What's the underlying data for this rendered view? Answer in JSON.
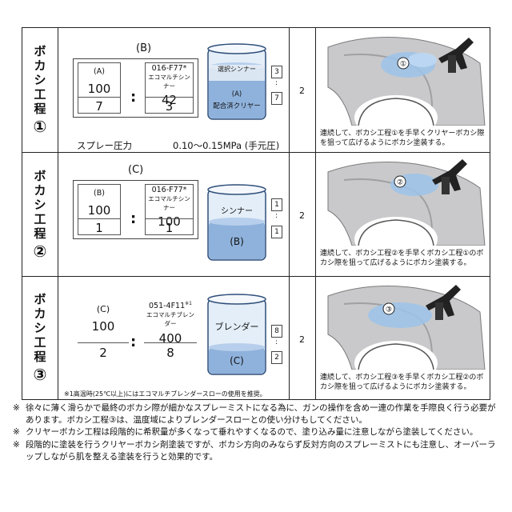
{
  "rows": [
    {
      "step_chars": [
        "ボ",
        "カ",
        "シ",
        "工",
        "程"
      ],
      "step_num": "①",
      "mix_label": "(B)",
      "left": {
        "header": "(A)",
        "value": "100",
        "ratio": "7"
      },
      "right": {
        "header_top": "016-F77*",
        "header_bottom": "エコマルチシンナー",
        "value": "42",
        "ratio": "3"
      },
      "beaker_top": "選択シンナー",
      "beaker_bottom_1": "(A)",
      "beaker_bottom_2": "配合済クリヤー",
      "ratio_top": "3",
      "ratio_bottom": "7",
      "quantity": "2",
      "pressure_label": "スプレー圧力",
      "pressure_value": "0.10～0.15MPa (手元圧)",
      "marker": "①",
      "description": "連続して、ボカシ工程①を手早くクリヤーボカシ際を狙って広げるようにボカシ塗装する。"
    },
    {
      "step_chars": [
        "ボ",
        "カ",
        "シ",
        "工",
        "程"
      ],
      "step_num": "②",
      "mix_label": "(C)",
      "left": {
        "header": "(B)",
        "value": "100",
        "ratio": "1"
      },
      "right": {
        "header_top": "016-F77*",
        "header_bottom": "エコマルチシンナー",
        "value": "100",
        "ratio": "1"
      },
      "beaker_top": "シンナー",
      "beaker_bottom_1": "(B)",
      "ratio_top": "1",
      "ratio_bottom": "1",
      "quantity": "2",
      "marker": "②",
      "description": "連続して、ボカシ工程②を手早くボカシ工程①のボカシ際を狙って広げるようにボカシ塗装する。"
    },
    {
      "step_chars": [
        "ボ",
        "カ",
        "シ",
        "工",
        "程"
      ],
      "step_num": "③",
      "left": {
        "header": "(C)",
        "value": "100",
        "ratio": "2"
      },
      "right": {
        "header_top": "051-4F11",
        "header_sup": "※1",
        "header_bottom": "エコマルチブレンダー",
        "value": "400",
        "ratio": "8"
      },
      "beaker_top": "ブレンダー",
      "beaker_bottom_1": "(C)",
      "ratio_top": "8",
      "ratio_bottom": "2",
      "quantity": "2",
      "footnote": "※1高温時(25℃以上)にはエコマルチブレンダースローの使用を推奨。",
      "marker": "③",
      "description": "連続して、ボカシ工程③を手早くボカシ工程②のボカシ際を狙って広げるようにボカシ塗装する。"
    }
  ],
  "notes": [
    {
      "mark": "※",
      "text": "徐々に薄く滑らかで最終のボカシ際が細かなスプレーミストになる為に、ガンの操作を含め一連の作業を手際良く行う必要があります。ボカシ工程③は、温度域によりブレンダースローとの使い分けもしてください。"
    },
    {
      "mark": "※",
      "text": "クリヤーボカシ工程は段階的に希釈量が多くなって垂れやすくなるので、塗り込み量に注意しながら塗装してください。"
    },
    {
      "mark": "※",
      "text": "段階的に塗装を行うクリヤーボカシ剤塗装ですが、ボカシ方向のみならず反対方向のスプレーミストにも注意し、オーバーラップしながら肌を整える塗装を行うと効果的です。"
    }
  ],
  "colors": {
    "liquid": "#8fb2dc",
    "liquid_dark": "#6f97c8",
    "glass": "#e4eef8",
    "panel": "#c9c9cb",
    "mist": "#9cc3ea"
  },
  "icons": [
    "spray-gun-icon",
    "car-panel-icon",
    "beaker-icon"
  ]
}
